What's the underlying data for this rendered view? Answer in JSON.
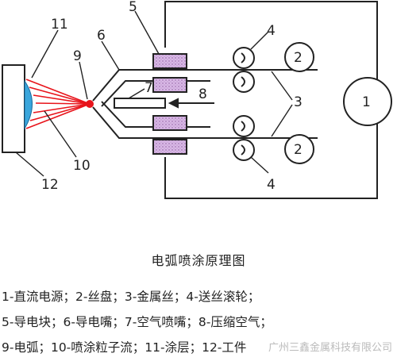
{
  "labels": {
    "l1": "1",
    "l2a": "2",
    "l2b": "2",
    "l3": "3",
    "l4a": "4",
    "l4b": "4",
    "l5": "5",
    "l6": "6",
    "l7": "7",
    "l8": "8",
    "l9": "9",
    "l10": "10",
    "l11": "11",
    "l12": "12"
  },
  "caption": "电弧喷涂原理图",
  "legend": [
    "1-直流电源；2-丝盘；3-金属丝；4-送丝滚轮；",
    "5-导电块；6-导电嘴；7-空气喷嘴；8-压缩空气；",
    "9-电弧；10-喷涂粒子流；11-涂层；12-工件"
  ],
  "watermark": "广州三鑫金属科技有限公司",
  "colors": {
    "line": "#222222",
    "arc": "#e8141b",
    "coating": "#3aa6dc",
    "block": "#d9b8e6",
    "workpiece": "#ffffff"
  }
}
